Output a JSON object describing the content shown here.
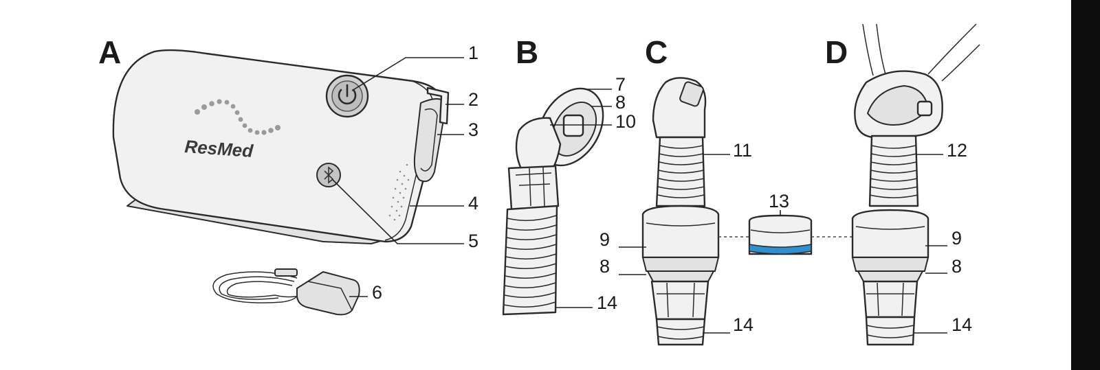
{
  "panels": {
    "a": "A",
    "b": "B",
    "c": "C",
    "d": "D"
  },
  "device": {
    "logo": "ResMed"
  },
  "callouts": {
    "c1": "1",
    "c2": "2",
    "c3": "3",
    "c4": "4",
    "c5": "5",
    "c6": "6",
    "c7": "7",
    "c8_b": "8",
    "c10": "10",
    "c11": "11",
    "c9_c": "9",
    "c8_c": "8",
    "c14_b": "14",
    "c14_c": "14",
    "c13": "13",
    "c12": "12",
    "c9_d": "9",
    "c8_d": "8",
    "c14_d": "14"
  },
  "colors": {
    "filter_ring": "#2f8fd0",
    "device_body": "#f1f1f1",
    "background": "#ffffff",
    "right_bar": "#0d0d0d"
  },
  "icons": {
    "power": "power-icon",
    "bluetooth": "bluetooth-icon"
  }
}
